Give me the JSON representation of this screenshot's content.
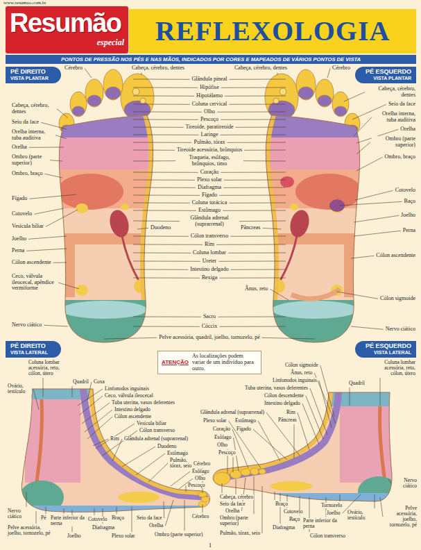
{
  "diagram": {
    "title": "REFLEXOLOGIA",
    "nodes": [
      {
        "text": [
          "Resumão",
          "especial"
        ]
      },
      {
        "text": [
          "PONTOS DE PRESSÃO NOS PÉS E NAS MÃOS, INDICADOS POR CORES E MAPEADOS DE VÁRIOS PONTOS DE VISTA"
        ]
      },
      {
        "text": [
          "PÉ DIREITO",
          "VISTA PLANTAR"
        ]
      },
      {
        "text": [
          "PÉ ESQUERDO",
          "VISTA PLANTAR"
        ]
      },
      {
        "text": [
          "PÉ DIREITO",
          "VISTA LATERAL"
        ]
      },
      {
        "text": [
          "PÉ ESQUERDO",
          "VISTA LATERAL"
        ]
      },
      {
        "text": [
          "ATENÇÃO",
          "As localizações podem variar de um indivíduo para outro."
        ]
      }
    ],
    "labels": [
      "www.resumao.com.br",
      "Cérebro",
      "Cabeça, cérebro, dentes",
      "Cabeça, cérebro, dentes",
      "Cérebro",
      "Glândula pineal",
      "Hipófise",
      "Hipotálamo",
      "Coluna cervical",
      "Olho",
      "Pescoço",
      "Tireoide, paratireoide",
      "Laringe",
      "Pulmão, tórax",
      "Tireoide acessória, brônquios",
      "Traqueia, esôfago, brônquios, timo",
      "Coração",
      "Plexo solar",
      "Diafragma",
      "Fígado",
      "Coluna torácica",
      "Estômago",
      "Duodeno",
      "Glândula adrenal (suprarrenal)",
      "Pâncreas",
      "Cólon transverso",
      "Rim",
      "Coluna lombar",
      "Ureter",
      "Intestino delgado",
      "Bexiga",
      "Ânus, reto",
      "Sacro",
      "Cóccix",
      "Pelve acessória, quadril, joelho, tornozelo, pé",
      "Cabeça, cérebro, dentes",
      "Seio da face",
      "Orelha interna, tuba auditiva",
      "Orelha",
      "Ombro (parte superior)",
      "Ombro, braço",
      "Fígado",
      "Cotovelo",
      "Vesícula biliar",
      "Joelho",
      "Perna",
      "Cólon ascendente",
      "Ceco, válvula ileocecal, apêndice vermiforme",
      "Nervo ciático",
      "Cabeça, cérebro, dentes",
      "Seio da face",
      "Orelha interna, tuba auditiva",
      "Orelha",
      "Ombro (parte superior)",
      "Ombro, braço",
      "Cotovelo",
      "Baço",
      "Joelho",
      "Perna",
      "Cólon ascendente",
      "Cólon sigmoide",
      "Nervo ciático",
      "Coluna lombar acessória, reto, cólon, útero",
      "Quadril",
      "Coxa",
      "Ovário, testículo",
      "Linfonodos inguinais",
      "Ceco, válvula ileocecal",
      "Tuba uterina, vasos deferentes",
      "Intestino delgado",
      "Cólon ascendente",
      "Vesícula biliar",
      "Cólon transverso",
      "Rim",
      "Glândula adrenal (suprarrenal)",
      "Duodeno",
      "Estômago",
      "Pulmão, tórax, seio",
      "Cérebro",
      "Esôfago",
      "Olho",
      "Pescoço",
      "Nervo ciático",
      "Pé",
      "Parte inferior da perna",
      "Cotovelo",
      "Braço",
      "Seio da face",
      "Cérebro",
      "Pelve acessória, joelho, tornozelo, pé",
      "Diafragma",
      "Orelha",
      "Joelho",
      "Plexo solar",
      "Ombro (parte superior)",
      "Cólon sigmoide",
      "Ânus, reto",
      "Linfonodos inguinais",
      "Tuba uterina, vasos deferentes",
      "Cólon descendente",
      "Intestino delgado",
      "Glândula adrenal (suprarrenal)",
      "Rim",
      "Plexo solar",
      "Estômago",
      "Pâncreas",
      "Coração",
      "Fígado",
      "Esôfago",
      "Olho",
      "Pescoço",
      "Quadril",
      "Coluna lombar acessória, reto, cólon, útero",
      "Cabeça, cérebro",
      "Seio da face",
      "Orelha",
      "Ombro (parte superior)",
      "Pulmão, tórax, seio",
      "Braço",
      "Tornozelo",
      "Cotovelo",
      "Joelho",
      "Baço",
      "Parte inferior da perna",
      "Ovário, testículo",
      "Diafragma",
      "Cólon transverso",
      "Nervo ciático",
      "Pelve acessória, joelho, tornozelo, pé",
      "1"
    ]
  }
}
